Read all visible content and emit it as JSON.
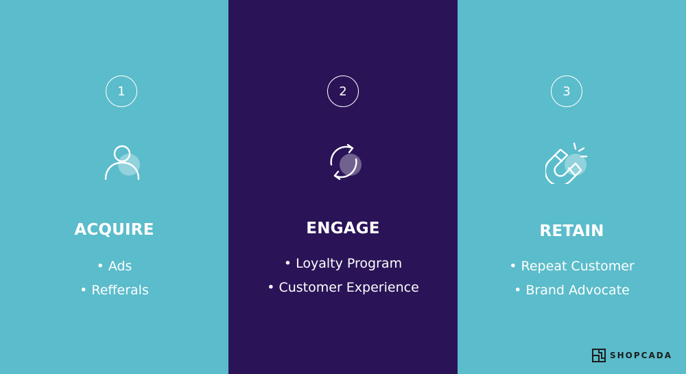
{
  "stages": [
    {
      "number": "1",
      "icon": "user-icon",
      "title": "ACQUIRE",
      "items": [
        "Ads",
        "Refferals"
      ]
    },
    {
      "number": "2",
      "icon": "refresh-cycle-icon",
      "title": "ENGAGE",
      "items": [
        "Loyalty Program",
        "Customer Experience"
      ]
    },
    {
      "number": "3",
      "icon": "magnet-icon",
      "title": "RETAIN",
      "items": [
        "Repeat Customer",
        "Brand Advocate"
      ]
    }
  ],
  "brand": {
    "name": "SHOPCADA",
    "icon": "shopcada-logo-icon"
  },
  "colors": {
    "teal": "#5bbccb",
    "navy": "#2a1457",
    "white": "#ffffff",
    "logo_dark": "#1c1c1c"
  }
}
